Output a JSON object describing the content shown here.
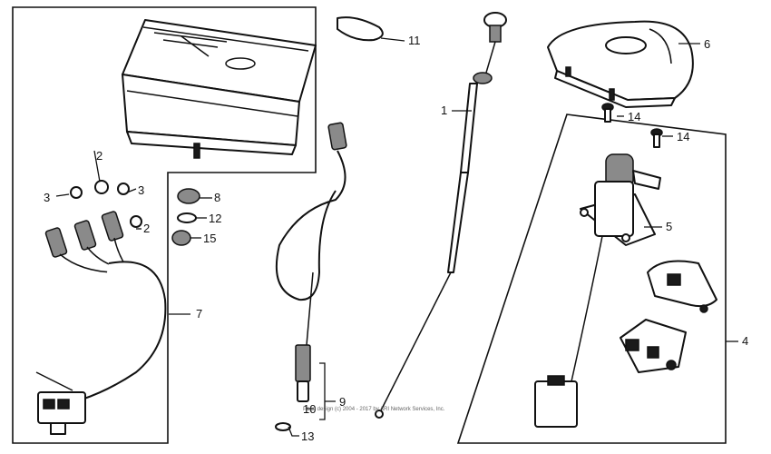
{
  "callouts": {
    "c1": "1",
    "c2a": "2",
    "c2b": "2",
    "c3a": "3",
    "c3b": "3",
    "c4": "4",
    "c5": "5",
    "c6": "6",
    "c7": "7",
    "c8": "8",
    "c9": "9",
    "c10": "10",
    "c11": "11",
    "c12": "12",
    "c13": "13",
    "c14a": "14",
    "c14b": "14",
    "c15": "15"
  },
  "copyright": "Page design (c) 2004 - 2017 by ARI Network Services, Inc."
}
